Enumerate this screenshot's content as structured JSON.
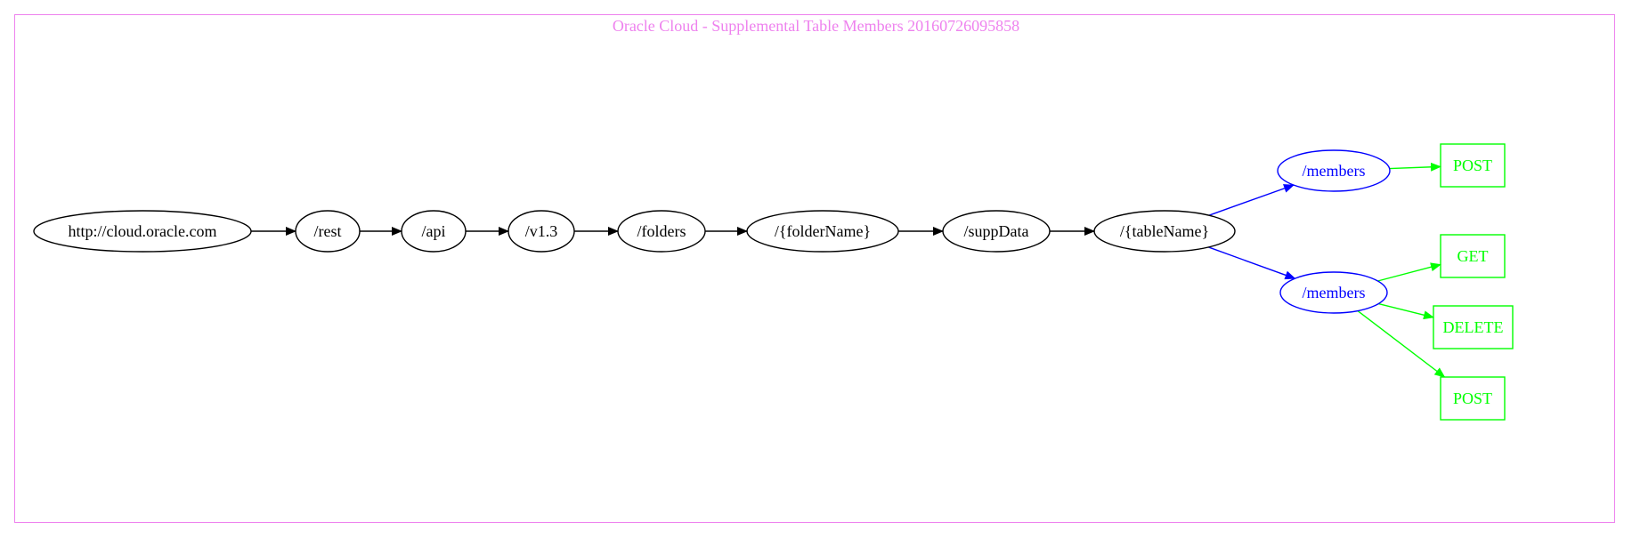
{
  "title": "Oracle Cloud - Supplemental Table Members 20160726095858",
  "colors": {
    "frame": "#ee82ee",
    "path_node": "#000000",
    "resource_node": "#0000ff",
    "method_node": "#00ff00",
    "background": "#ffffff"
  },
  "nodes": [
    {
      "id": "root",
      "label": "http://cloud.oracle.com",
      "kind": "path"
    },
    {
      "id": "rest",
      "label": "/rest",
      "kind": "path"
    },
    {
      "id": "api",
      "label": "/api",
      "kind": "path"
    },
    {
      "id": "v13",
      "label": "/v1.3",
      "kind": "path"
    },
    {
      "id": "folders",
      "label": "/folders",
      "kind": "path"
    },
    {
      "id": "folderName",
      "label": "/{folderName}",
      "kind": "path"
    },
    {
      "id": "suppData",
      "label": "/suppData",
      "kind": "path"
    },
    {
      "id": "tableName",
      "label": "/{tableName}",
      "kind": "path"
    },
    {
      "id": "members1",
      "label": "/members",
      "kind": "resource"
    },
    {
      "id": "members2",
      "label": "/members",
      "kind": "resource"
    },
    {
      "id": "post1",
      "label": "POST",
      "kind": "method"
    },
    {
      "id": "get",
      "label": "GET",
      "kind": "method"
    },
    {
      "id": "delete",
      "label": "DELETE",
      "kind": "method"
    },
    {
      "id": "post2",
      "label": "POST",
      "kind": "method"
    }
  ],
  "edges": [
    {
      "from": "root",
      "to": "rest",
      "kind": "path"
    },
    {
      "from": "rest",
      "to": "api",
      "kind": "path"
    },
    {
      "from": "api",
      "to": "v13",
      "kind": "path"
    },
    {
      "from": "v13",
      "to": "folders",
      "kind": "path"
    },
    {
      "from": "folders",
      "to": "folderName",
      "kind": "path"
    },
    {
      "from": "folderName",
      "to": "suppData",
      "kind": "path"
    },
    {
      "from": "suppData",
      "to": "tableName",
      "kind": "path"
    },
    {
      "from": "tableName",
      "to": "members1",
      "kind": "resource"
    },
    {
      "from": "tableName",
      "to": "members2",
      "kind": "resource"
    },
    {
      "from": "members1",
      "to": "post1",
      "kind": "method"
    },
    {
      "from": "members2",
      "to": "get",
      "kind": "method"
    },
    {
      "from": "members2",
      "to": "delete",
      "kind": "method"
    },
    {
      "from": "members2",
      "to": "post2",
      "kind": "method"
    }
  ]
}
